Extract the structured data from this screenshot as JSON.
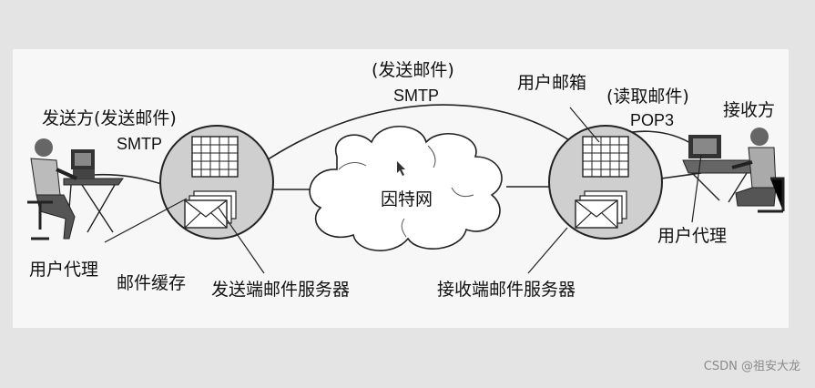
{
  "diagram": {
    "sender": {
      "title": "发送方(发送邮件)",
      "protocol": "SMTP",
      "user_agent": "用户代理"
    },
    "mail_cache_label": "邮件缓存",
    "sender_server_label": "发送端邮件服务器",
    "internet_label": "因特网",
    "transfer": {
      "title": "(发送邮件)",
      "protocol": "SMTP"
    },
    "mailbox_label": "用户邮箱",
    "reader": {
      "title": "(读取邮件)",
      "protocol": "POP3"
    },
    "receiver": {
      "title": "接收方",
      "user_agent": "用户代理"
    },
    "receiver_server_label": "接收端邮件服务器"
  },
  "watermark": "CSDN @祖安大龙"
}
